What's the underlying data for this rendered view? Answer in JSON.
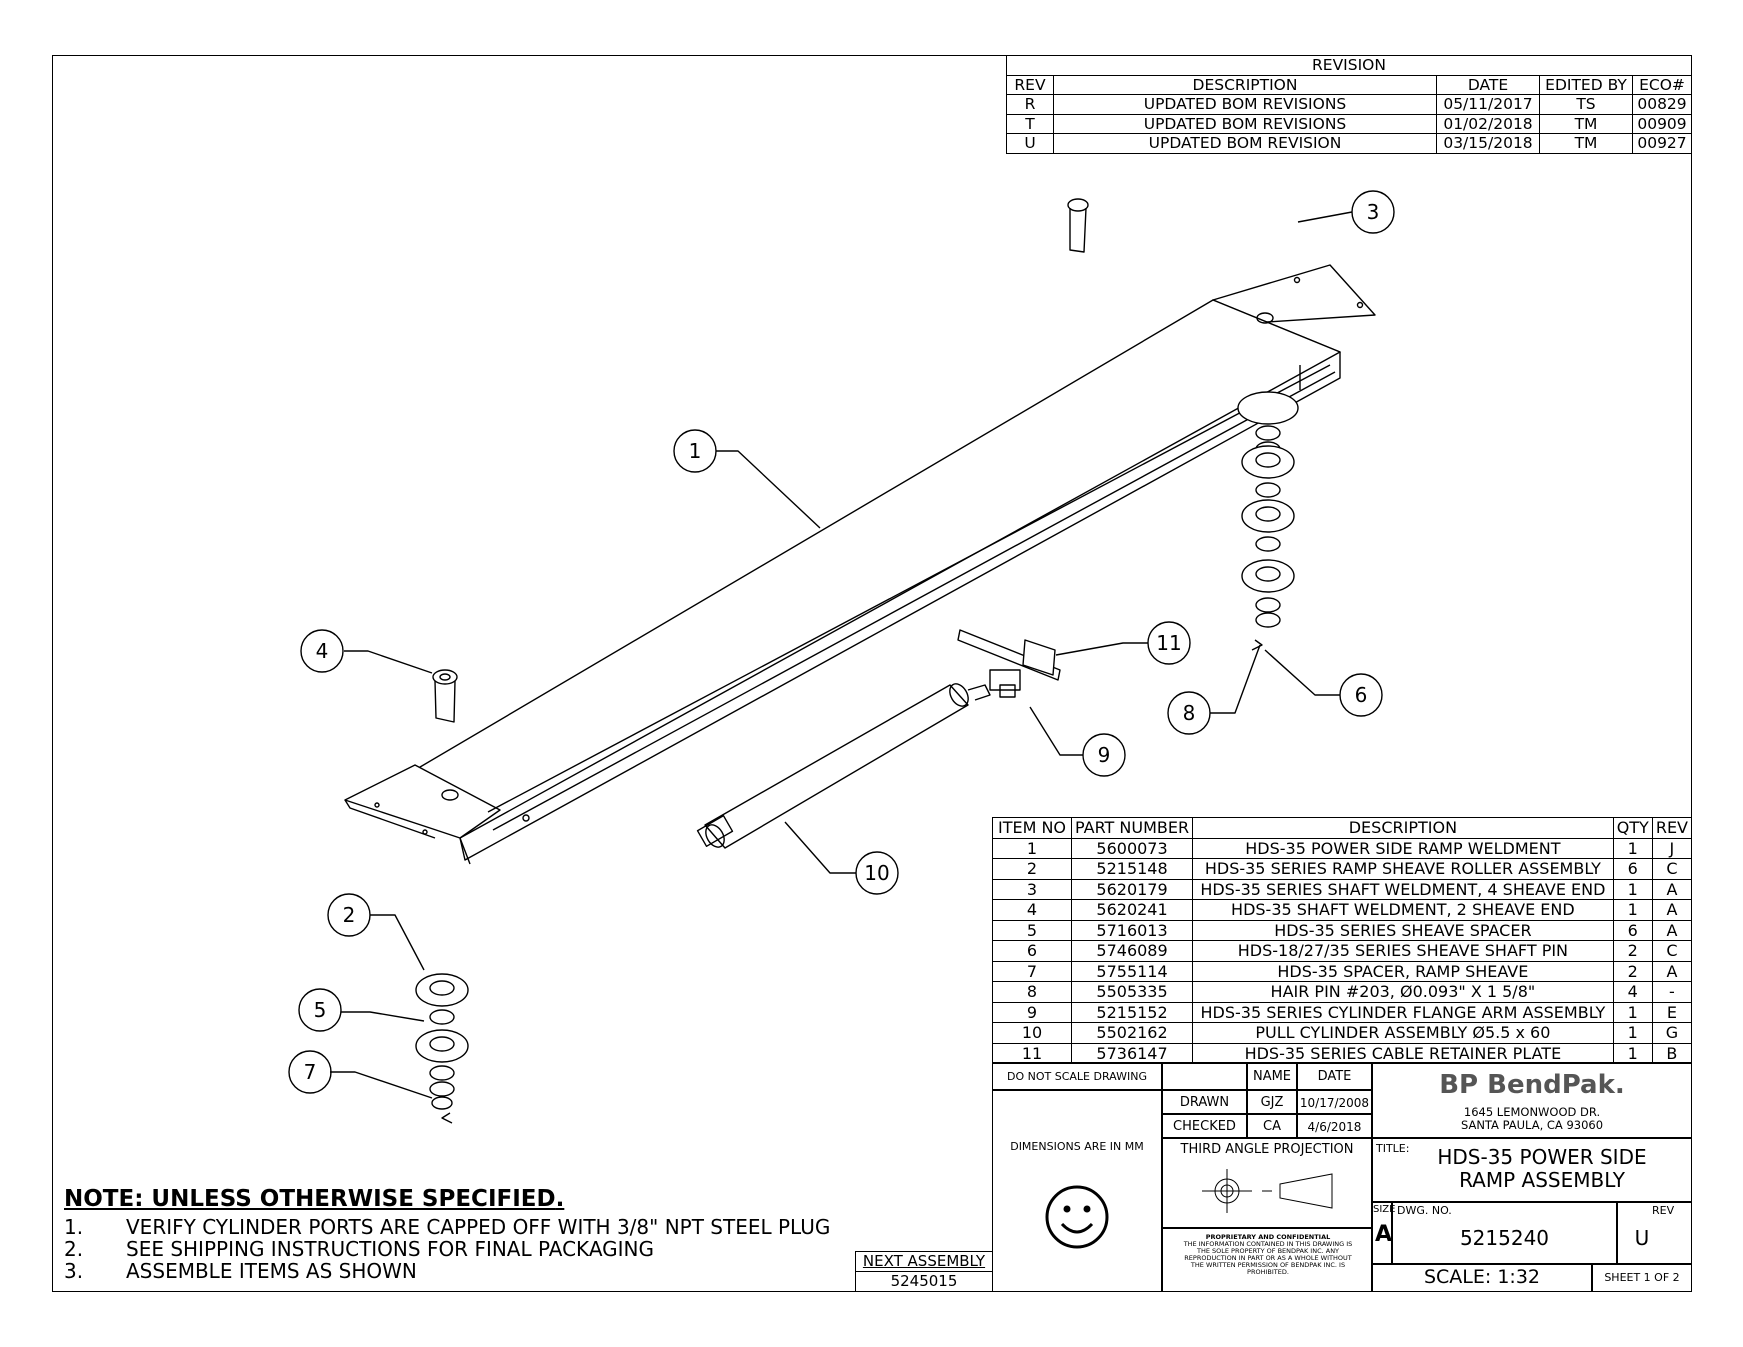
{
  "revision": {
    "title": "REVISION",
    "headers": [
      "REV",
      "DESCRIPTION",
      "DATE",
      "EDITED BY",
      "ECO#"
    ],
    "rows": [
      [
        "R",
        "UPDATED BOM REVISIONS",
        "05/11/2017",
        "TS",
        "00829"
      ],
      [
        "T",
        "UPDATED BOM REVISIONS",
        "01/02/2018",
        "TM",
        "00909"
      ],
      [
        "U",
        "UPDATED BOM REVISION",
        "03/15/2018",
        "TM",
        "00927"
      ]
    ]
  },
  "bom": {
    "headers": [
      "ITEM NO",
      "PART NUMBER",
      "DESCRIPTION",
      "QTY",
      "REV"
    ],
    "rows": [
      [
        "1",
        "5600073",
        "HDS-35 POWER SIDE RAMP WELDMENT",
        "1",
        "J"
      ],
      [
        "2",
        "5215148",
        "HDS-35 SERIES RAMP SHEAVE ROLLER ASSEMBLY",
        "6",
        "C"
      ],
      [
        "3",
        "5620179",
        "HDS-35 SERIES SHAFT WELDMENT, 4 SHEAVE END",
        "1",
        "A"
      ],
      [
        "4",
        "5620241",
        "HDS-35 SHAFT WELDMENT, 2 SHEAVE END",
        "1",
        "A"
      ],
      [
        "5",
        "5716013",
        "HDS-35 SERIES SHEAVE SPACER",
        "6",
        "A"
      ],
      [
        "6",
        "5746089",
        "HDS-18/27/35 SERIES SHEAVE SHAFT PIN",
        "2",
        "C"
      ],
      [
        "7",
        "5755114",
        "HDS-35 SPACER, RAMP SHEAVE",
        "2",
        "A"
      ],
      [
        "8",
        "5505335",
        "HAIR PIN #203, Ø0.093\" X 1 5/8\"",
        "4",
        "-"
      ],
      [
        "9",
        "5215152",
        "HDS-35 SERIES CYLINDER FLANGE ARM ASSEMBLY",
        "1",
        "E"
      ],
      [
        "10",
        "5502162",
        "PULL CYLINDER ASSEMBLY Ø5.5 x 60",
        "1",
        "G"
      ],
      [
        "11",
        "5736147",
        "HDS-35 SERIES CABLE RETAINER PLATE",
        "1",
        "B"
      ]
    ]
  },
  "balloons": [
    "1",
    "2",
    "3",
    "4",
    "5",
    "6",
    "7",
    "8",
    "9",
    "10",
    "11"
  ],
  "title_block": {
    "do_not_scale": "DO NOT SCALE DRAWING",
    "name_hdr": "NAME",
    "date_hdr": "DATE",
    "drawn_lbl": "DRAWN",
    "drawn_name": "GJZ",
    "drawn_date": "10/17/2008",
    "checked_lbl": "CHECKED",
    "checked_name": "CA",
    "checked_date": "4/6/2018",
    "dims": "DIMENSIONS ARE IN MM",
    "projection": "THIRD ANGLE PROJECTION",
    "proprietary_title": "PROPRIETARY AND CONFIDENTIAL",
    "proprietary_1": "THE INFORMATION CONTAINED IN THIS DRAWING IS",
    "proprietary_2": "THE SOLE PROPERTY OF BENDPAK INC. ANY",
    "proprietary_3": "REPRODUCTION IN PART OR AS A WHOLE WITHOUT",
    "proprietary_4": "THE WRITTEN PERMISSION OF BENDPAK INC. IS",
    "proprietary_5": "PROHIBITED.",
    "logo": "BP BendPak.",
    "address_1": "1645 LEMONWOOD DR.",
    "address_2": "SANTA PAULA, CA 93060",
    "title_lbl": "TITLE:",
    "title_1": "HDS-35 POWER SIDE",
    "title_2": "RAMP ASSEMBLY",
    "size_lbl": "SIZE",
    "size": "A",
    "dwg_lbl": "DWG.  NO.",
    "dwg_no": "5215240",
    "rev_lbl": "REV",
    "rev": "U",
    "scale": "SCALE: 1:32",
    "sheet": "SHEET 1 OF 2"
  },
  "notes": {
    "header": "NOTE: UNLESS OTHERWISE SPECIFIED",
    "items": [
      {
        "n": "1.",
        "t": "VERIFY CYLINDER PORTS ARE CAPPED OFF WITH 3/8\" NPT STEEL PLUG"
      },
      {
        "n": "2.",
        "t": "SEE SHIPPING INSTRUCTIONS FOR FINAL PACKAGING"
      },
      {
        "n": "3.",
        "t": "ASSEMBLE ITEMS AS SHOWN"
      }
    ]
  },
  "next_assembly": {
    "label": "NEXT ASSEMBLY",
    "value": "5245015"
  }
}
